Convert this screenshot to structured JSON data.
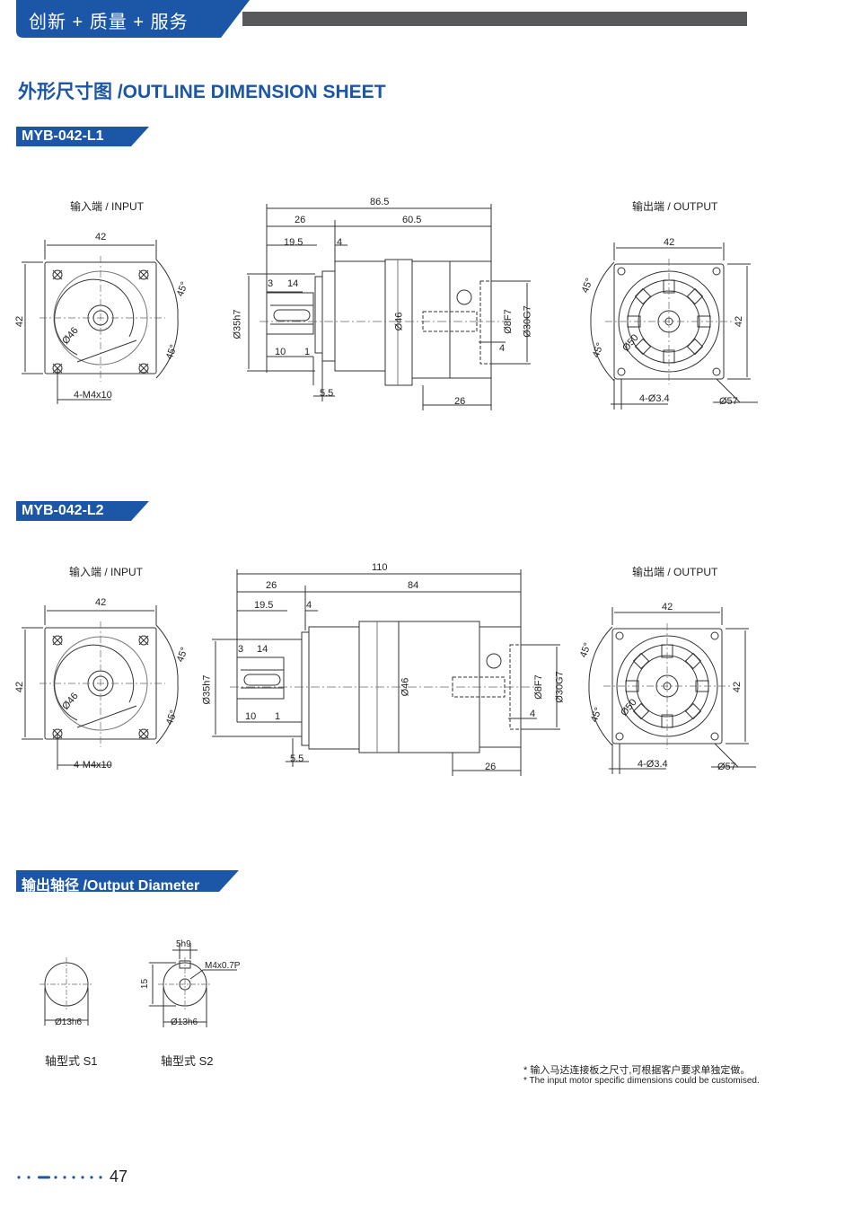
{
  "header": {
    "title": "创新 + 质量 + 服务"
  },
  "page_title": "外形尺寸图 /OUTLINE DIMENSION SHEET",
  "models": [
    {
      "id": "MYB-042-L1",
      "input_label": "输入端 / INPUT",
      "output_label": "输出端 / OUTPUT",
      "input_dims": {
        "width": "42",
        "height": "42",
        "angle_top": "45°",
        "angle_bottom": "45°",
        "dia": "Ø46",
        "holes": "4-M4x10"
      },
      "side_dims": {
        "total": "86.5",
        "seg_a": "26",
        "seg_b": "60.5",
        "pilot_len": "19.5",
        "flange_t": "4",
        "key_off": "3",
        "key_len": "14",
        "pilot_dia": "Ø35h7",
        "body_dia": "Ø46",
        "dim_10": "10",
        "dim_1": "1",
        "dim_5_5": "5.5",
        "bore": "Ø8F7",
        "spig": "Ø30G7",
        "depth_4": "4",
        "out_len": "26"
      },
      "output_dims": {
        "width": "42",
        "height": "42",
        "angle_top": "45°",
        "angle_bottom": "45°",
        "dia": "Ø50",
        "holes": "4-Ø3.4",
        "pcd": "Ø57"
      }
    },
    {
      "id": "MYB-042-L2",
      "input_label": "输入端 / INPUT",
      "output_label": "输出端 / OUTPUT",
      "input_dims": {
        "width": "42",
        "height": "42",
        "angle_top": "45°",
        "angle_bottom": "45°",
        "dia": "Ø46",
        "holes": "4-M4x10"
      },
      "side_dims": {
        "total": "110",
        "seg_a": "26",
        "seg_b": "84",
        "pilot_len": "19.5",
        "flange_t": "4",
        "key_off": "3",
        "key_len": "14",
        "pilot_dia": "Ø35h7",
        "body_dia": "Ø46",
        "dim_10": "10",
        "dim_1": "1",
        "dim_5_5": "5.5",
        "bore": "Ø8F7",
        "spig": "Ø30G7",
        "depth_4": "4",
        "out_len": "26"
      },
      "output_dims": {
        "width": "42",
        "height": "42",
        "angle_top": "45°",
        "angle_bottom": "45°",
        "dia": "Ø50",
        "holes": "4-Ø3.4",
        "pcd": "Ø57"
      }
    }
  ],
  "output_diameter": {
    "title": "输出轴径 /Output Diameter",
    "s1": {
      "label": "轴型式 S1",
      "dia": "Ø13h6"
    },
    "s2": {
      "label": "轴型式 S2",
      "dia": "Ø13h6",
      "key": "5h9",
      "height": "15",
      "thread": "M4x0.7P"
    }
  },
  "notes": {
    "cn": "* 输入马达连接板之尺寸,可根据客户要求单独定做。",
    "en": "* The input motor specific dimensions could be customised."
  },
  "page_number": "47",
  "colors": {
    "brand_blue": "#1b56a7",
    "header_gray": "#58595b",
    "line": "#333333",
    "center_line": "#555555"
  }
}
